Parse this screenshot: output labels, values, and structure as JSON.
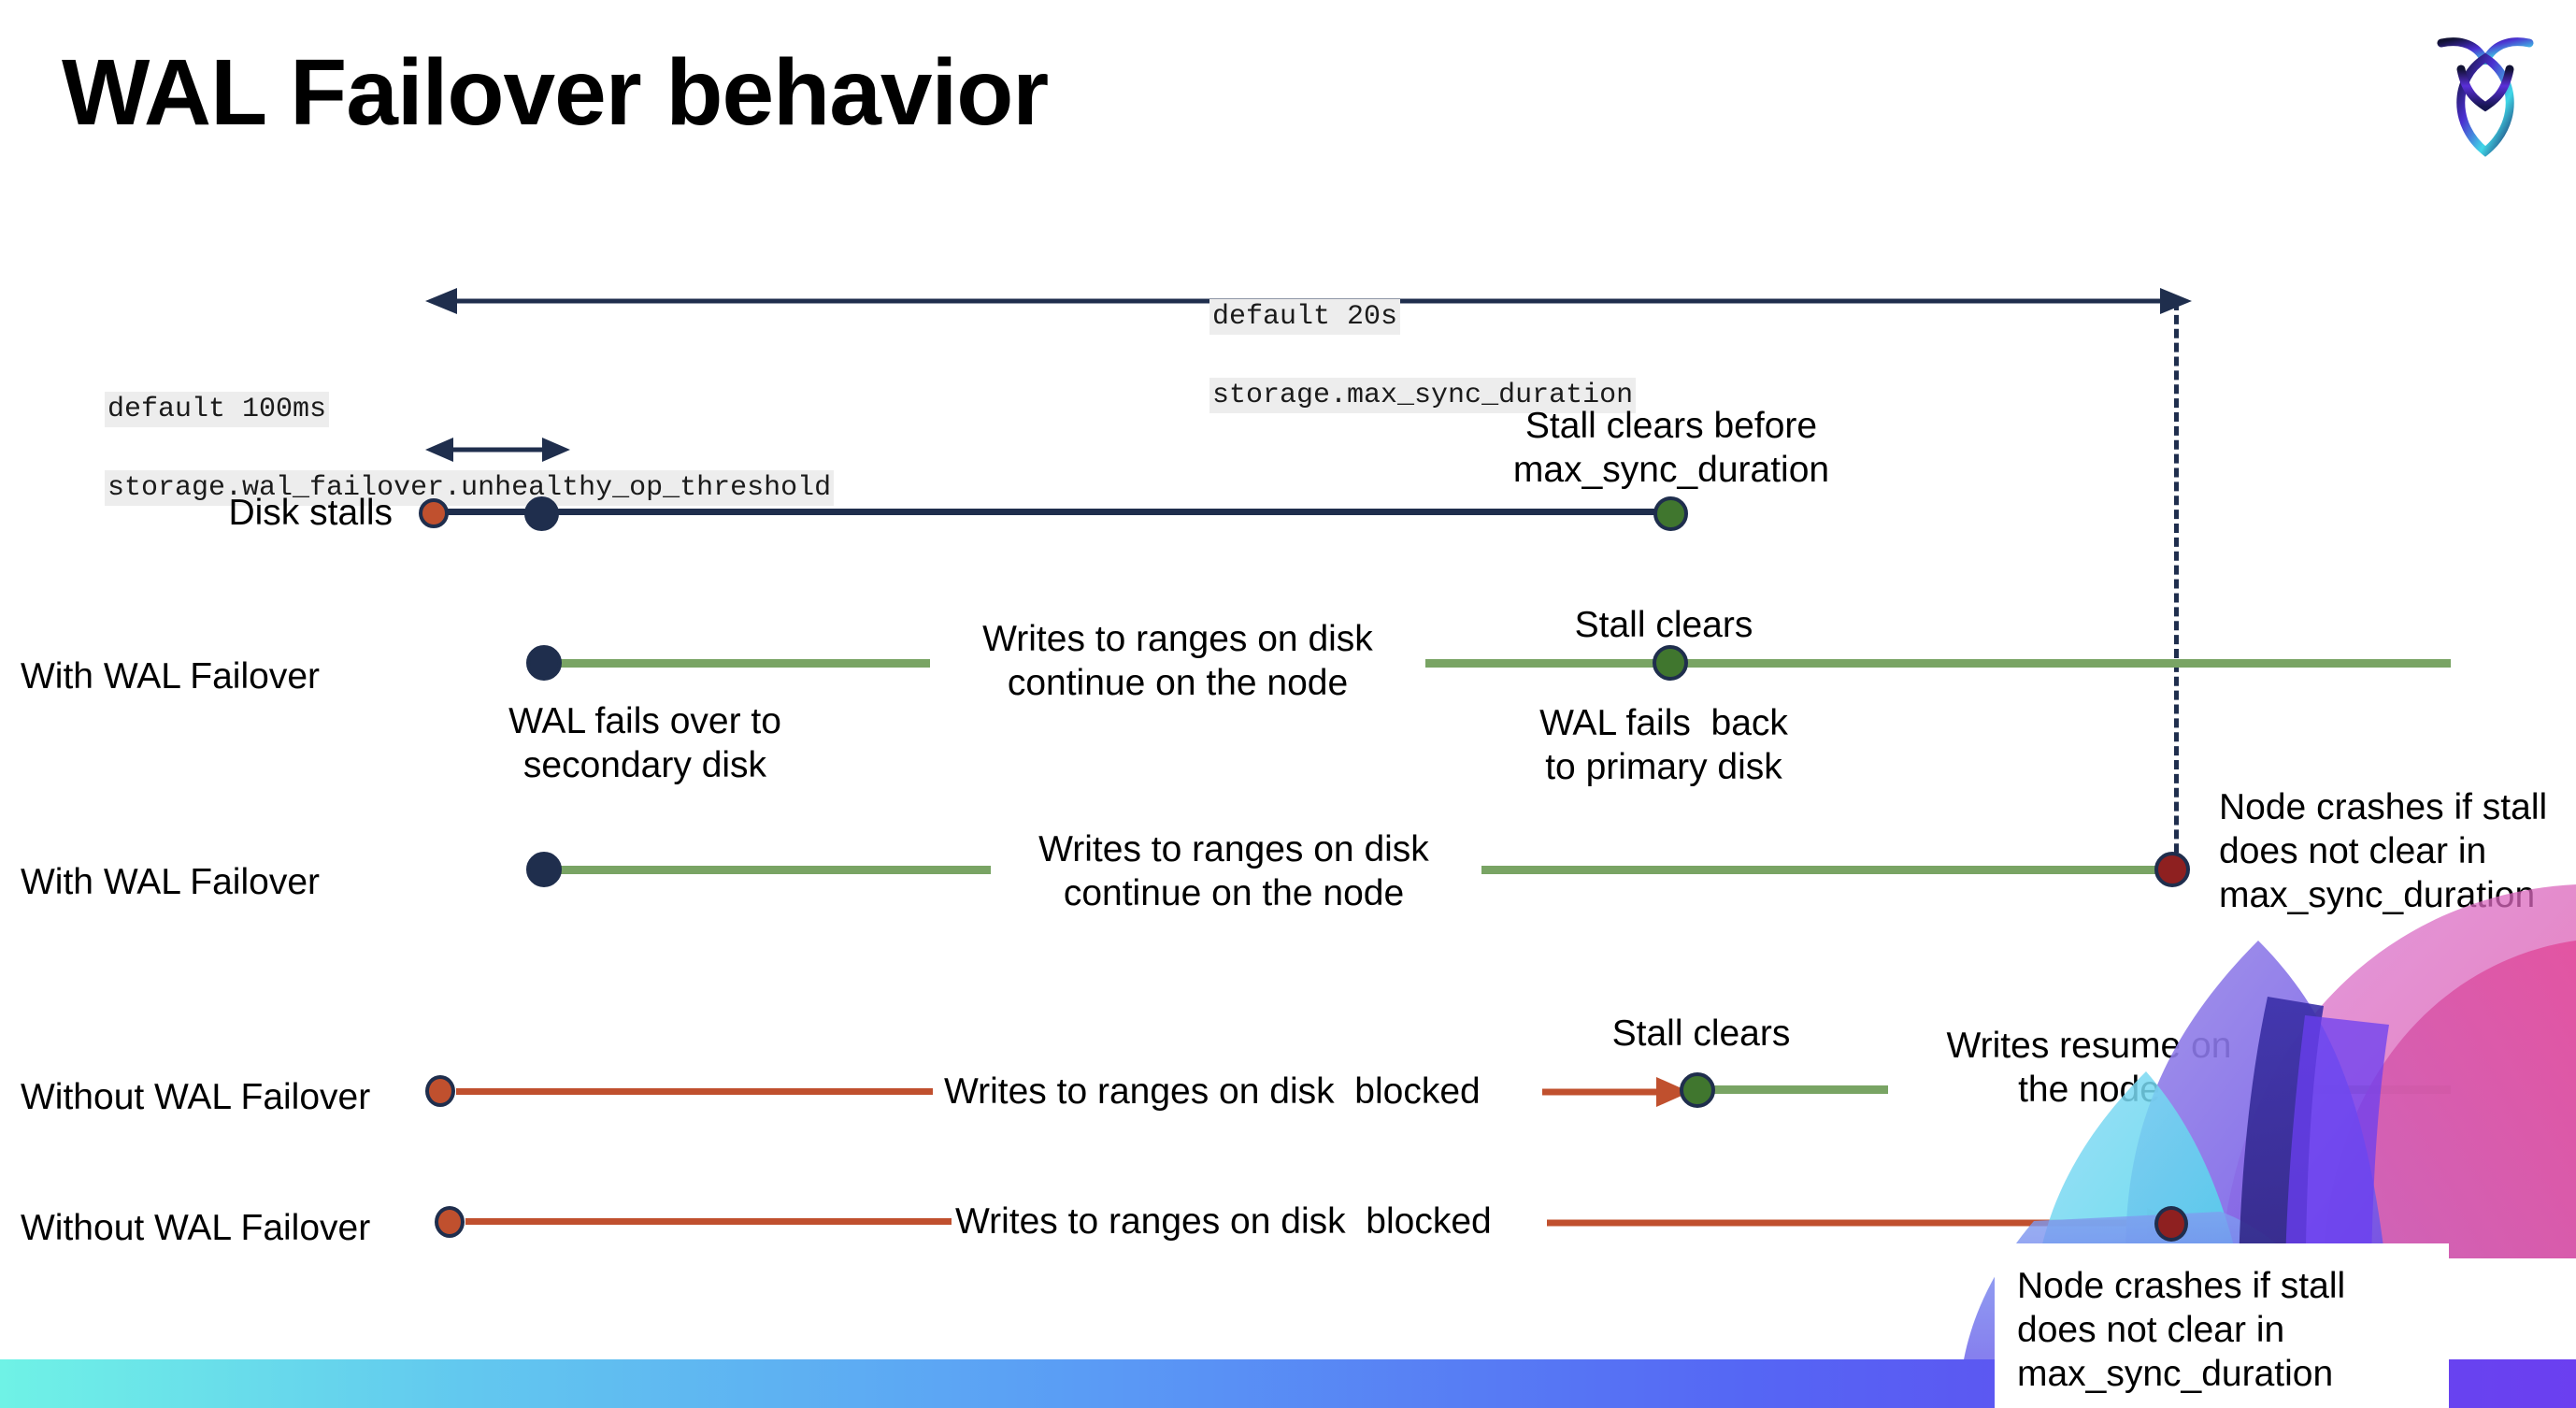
{
  "slide": {
    "title": "WAL Failover behavior",
    "logo_name": "cockroachdb-logo"
  },
  "colors": {
    "navy": "#1f2e4d",
    "green_line": "#79a464",
    "green_dot": "#40762e",
    "red": "#c0502e",
    "dark_red": "#8e2020",
    "code_bg": "#ededed",
    "bar_gradient_start": "#6ff2e6",
    "bar_gradient_end": "#6b3ff0"
  },
  "settings": {
    "max_sync": {
      "default_label": "default 20s",
      "setting_name": "storage.max_sync_duration"
    },
    "unhealthy_op": {
      "default_label": "default 100ms",
      "setting_name": "storage.wal_failover.unhealthy_op_threshold"
    }
  },
  "rows": [
    {
      "label": "Disk stalls",
      "annotation_top": "Stall clears before\nmax_sync_duration"
    },
    {
      "label": "With WAL Failover",
      "annotation_mid": "Writes to ranges on disk\ncontinue on the node",
      "annotation_under_start": "WAL fails over to\nsecondary disk",
      "annotation_top_right": "Stall clears",
      "annotation_under_end": "WAL fails  back\nto primary disk"
    },
    {
      "label": "With WAL Failover",
      "annotation_mid": "Writes to ranges on disk\ncontinue on the node",
      "annotation_right": "Node crashes if stall\ndoes not clear in\nmax_sync_duration"
    },
    {
      "label": "Without WAL Failover",
      "annotation_mid": "Writes to ranges on disk  blocked",
      "annotation_top_right": "Stall clears",
      "annotation_far_right": "Writes resume on\nthe node"
    },
    {
      "label": "Without WAL Failover",
      "annotation_mid": "Writes to ranges on disk  blocked",
      "annotation_card": "Node crashes if stall\ndoes not clear in\nmax_sync_duration"
    }
  ]
}
